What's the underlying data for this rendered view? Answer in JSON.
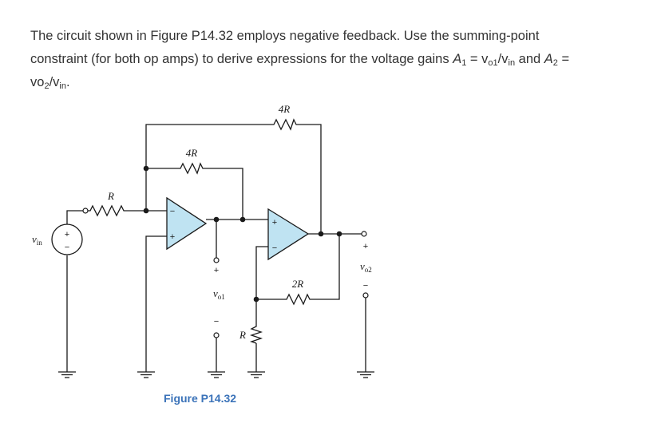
{
  "problem": {
    "line1": "The circuit shown in Figure P14.32 employs negative feedback. Use the summing-point",
    "line2_prefix": "constraint (for both op amps) to derive expressions for the voltage gains ",
    "a1_letter": "A",
    "a1_sub": "1",
    "eq1": " = v",
    "vo1_sub": "o1",
    "slash1": "/v",
    "vin_sub1": "in",
    "and_text": " and ",
    "a2_letter": "A",
    "a2_sub": "2",
    "eq2": " =",
    "line3_v": "vo",
    "vo2_sub": "2",
    "slash2": "/v",
    "vin_sub2": "in",
    "period": "."
  },
  "circuit": {
    "resistors": {
      "r_in": "R",
      "r_fb1": "4R",
      "r_fb_outer": "4R",
      "r_2r": "2R",
      "r_ground": "R"
    },
    "source": {
      "label_v": "v",
      "label_sub": "in",
      "plus": "+",
      "minus": "−"
    },
    "opamp1": {
      "inverting": "−",
      "noninverting": "+"
    },
    "opamp2": {
      "inverting": "−",
      "noninverting": "+"
    },
    "vo1": {
      "plus": "+",
      "minus": "−",
      "label_v": "v",
      "label_sub": "o1"
    },
    "vo2": {
      "plus": "+",
      "minus": "−",
      "label_v": "v",
      "label_sub": "o2"
    },
    "colors": {
      "opamp_fill": "#bfe3f2",
      "wire": "#1a1a1a",
      "caption": "#3b73b9"
    }
  },
  "caption": "Figure P14.32"
}
